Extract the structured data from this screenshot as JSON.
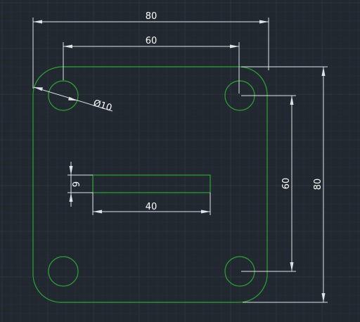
{
  "drawing": {
    "colors": {
      "background": "#212830",
      "grid_minor": "#262d36",
      "grid_major": "#2d3540",
      "geometry": "#28a82d",
      "dimension": "#dfe3e8",
      "text": "#ffffff"
    },
    "dimensions": {
      "overall_width": "80",
      "hole_spacing_horizontal": "60",
      "hole_diameter": "Ø10",
      "slot_height": "9",
      "slot_length": "40",
      "hole_spacing_vertical": "60",
      "overall_height": "80"
    }
  }
}
